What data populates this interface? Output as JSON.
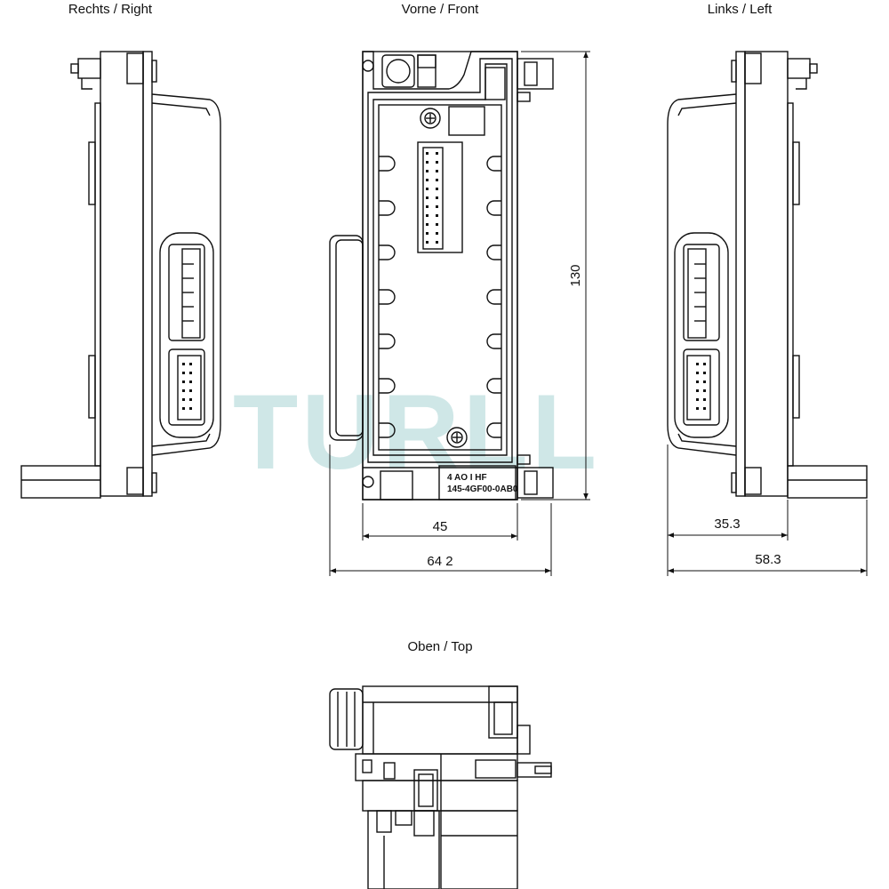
{
  "views": {
    "right": "Rechts / Right",
    "front": "Vorne / Front",
    "left": "Links / Left",
    "top": "Oben / Top"
  },
  "dimensions": {
    "front_width": "45",
    "front_total_width": "64 2",
    "front_height": "130",
    "left_depth": "35.3",
    "left_total_depth": "58.3"
  },
  "module_label": {
    "line1": "4 AO I HF",
    "line2": "145-4GF00-0AB0"
  },
  "watermark": "TURLL"
}
